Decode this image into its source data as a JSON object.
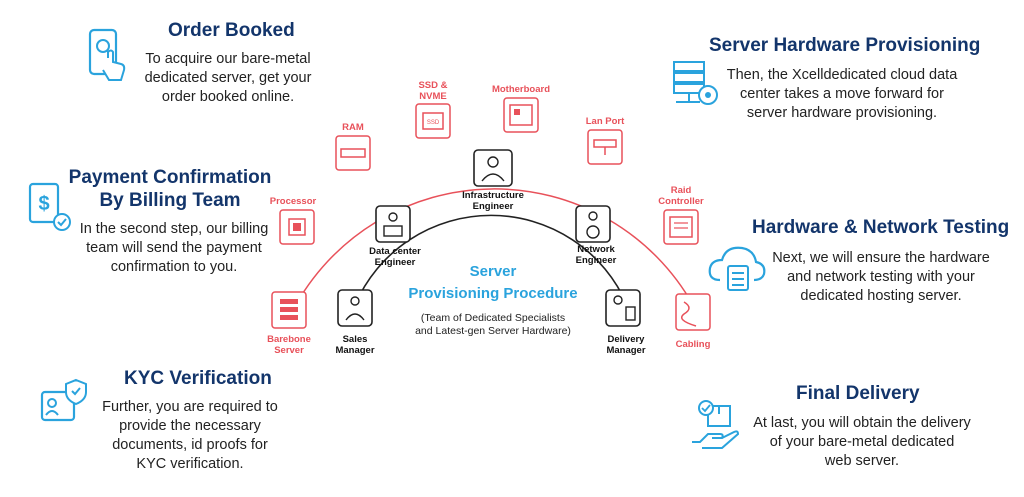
{
  "steps": {
    "order_booked": {
      "title": "Order Booked",
      "desc": [
        "To acquire our bare-metal",
        "dedicated server, get your",
        "order booked online."
      ]
    },
    "payment": {
      "title": [
        "Payment Confirmation",
        "By Billing Team"
      ],
      "desc": [
        "In the second step, our billing",
        "team will send the payment",
        "confirmation to you."
      ]
    },
    "kyc": {
      "title": "KYC Verification",
      "desc": [
        "Further, you are required to",
        "provide the necessary",
        "documents, id proofs for",
        "KYC verification."
      ]
    },
    "provisioning": {
      "title": "Server Hardware Provisioning",
      "desc": [
        "Then, the Xcelldedicated cloud data",
        "center takes a move forward for",
        "server hardware provisioning."
      ]
    },
    "testing": {
      "title": "Hardware & Network Testing",
      "desc": [
        "Next, we will ensure the hardware",
        "and network testing with your",
        "dedicated hosting server."
      ]
    },
    "delivery": {
      "title": "Final Delivery",
      "desc": [
        "At last, you will obtain the delivery",
        "of your bare-metal dedicated",
        "web server."
      ]
    }
  },
  "hardware": {
    "barebone": [
      "Barebone",
      "Server"
    ],
    "processor": "Processor",
    "ram": "RAM",
    "ssd": [
      "SSD &",
      "NVME"
    ],
    "motherboard": "Motherboard",
    "lan": "Lan Port",
    "raid": [
      "Raid",
      "Controller"
    ],
    "cabling": "Cabling"
  },
  "roles": {
    "sales": [
      "Sales",
      "Manager"
    ],
    "datacenter": [
      "Data center",
      "Engineer"
    ],
    "infrastructure": [
      "Infrastructure",
      "Engineer"
    ],
    "network": [
      "Network",
      "Engineer"
    ],
    "delivery": [
      "Delivery",
      "Manager"
    ]
  },
  "center": {
    "title": [
      "Server",
      "Provisioning Procedure"
    ],
    "subtitle": [
      "(Team of Dedicated Specialists",
      "and Latest-gen Server Hardware)"
    ]
  },
  "colors": {
    "title": "#13356b",
    "accent_blue": "#2aa3dd",
    "hardware_red": "#e8515a"
  },
  "icons": {
    "order_booked": "phone-tap-icon",
    "payment": "payment-receipt-icon",
    "kyc": "id-card-verified-icon",
    "provisioning": "server-gear-icon",
    "testing": "cloud-server-icon",
    "delivery": "hand-package-icon"
  }
}
